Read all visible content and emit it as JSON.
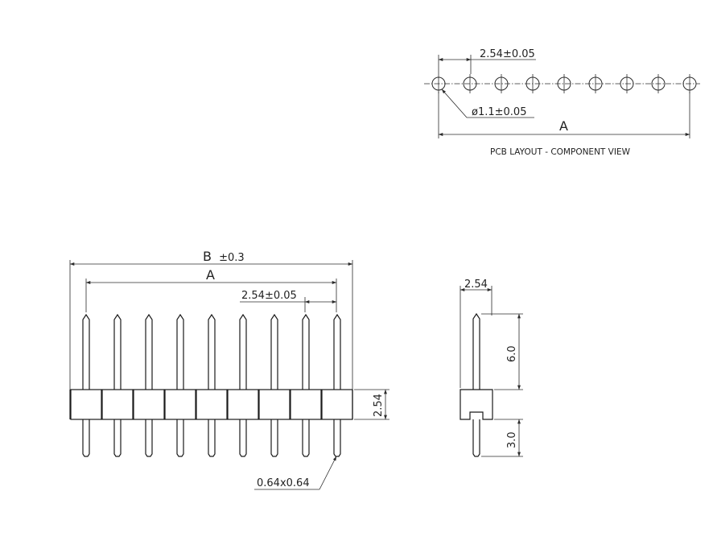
{
  "pcb_layout": {
    "caption": "PCB LAYOUT - COMPONENT VIEW",
    "pitch_label": "2.54±0.05",
    "hole_label": "ø1.1±0.05",
    "span_label": "A",
    "hole_count": 9
  },
  "front_view": {
    "overall_label_letter": "B",
    "overall_label_tol": "±0.3",
    "span_label": "A",
    "pitch_label": "2.54±0.05",
    "body_height_label": "2.54",
    "pin_size_label": "0.64x0.64",
    "pin_count": 9
  },
  "side_view": {
    "width_label": "2.54",
    "upper_pin_label": "6.0",
    "lower_pin_label": "3.0"
  },
  "colors": {
    "line": "#2b2b2b",
    "background": "#ffffff"
  }
}
